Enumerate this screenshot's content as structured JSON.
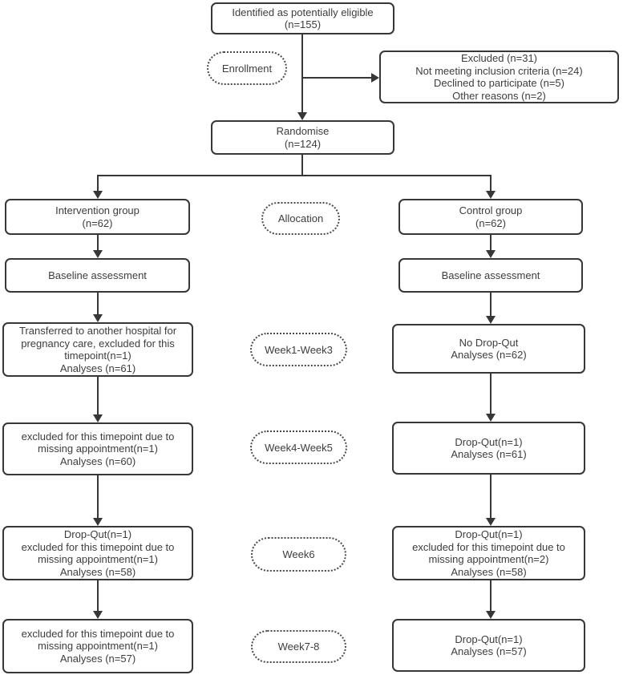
{
  "colors": {
    "line": "#373737",
    "box_border": "#373737",
    "oval_border": "#4a4a4a",
    "text": "#3d3d3d",
    "background": "#ffffff"
  },
  "nodes": {
    "identified": {
      "lines": [
        "Identified as potentially eligible",
        "(n=155)"
      ]
    },
    "excluded": {
      "lines": [
        "Excluded (n=31)",
        "Not meeting inclusion criteria (n=24)",
        "Declined to participate (n=5)",
        "Other reasons (n=2)"
      ]
    },
    "randomise": {
      "lines": [
        "Randomise",
        "(n=124)"
      ]
    },
    "intervention_group": {
      "lines": [
        "Intervention group",
        "(n=62)"
      ]
    },
    "control_group": {
      "lines": [
        "Control group",
        "(n=62)"
      ]
    },
    "baseline_left": {
      "lines": [
        "Baseline assessment"
      ]
    },
    "baseline_right": {
      "lines": [
        "Baseline assessment"
      ]
    },
    "week1_3_left": {
      "lines": [
        "Transferred to another hospital for",
        "pregnancy care, excluded for this",
        "timepoint(n=1)",
        "Analyses (n=61)"
      ]
    },
    "week1_3_right": {
      "lines": [
        "No Drop-Qut",
        "Analyses (n=62)"
      ]
    },
    "week4_5_left": {
      "lines": [
        "excluded for this timepoint due to",
        "missing appointment(n=1)",
        "Analyses (n=60)"
      ]
    },
    "week4_5_right": {
      "lines": [
        "Drop-Qut(n=1)",
        "Analyses (n=61)"
      ]
    },
    "week6_left": {
      "lines": [
        "Drop-Qut(n=1)",
        "excluded for this timepoint due to",
        "missing appointment(n=1)",
        "Analyses (n=58)"
      ]
    },
    "week6_right": {
      "lines": [
        "Drop-Qut(n=1)",
        "excluded for this timepoint due to",
        "missing appointment(n=2)",
        "Analyses (n=58)"
      ]
    },
    "week7_8_left": {
      "lines": [
        "excluded for this timepoint due to",
        "missing appointment(n=1)",
        "Analyses (n=57)"
      ]
    },
    "week7_8_right": {
      "lines": [
        "Drop-Qut(n=1)",
        "Analyses (n=57)"
      ]
    }
  },
  "stage_labels": {
    "enrollment": "Enrollment",
    "allocation": "Allocation",
    "week1_3": "Week1-Week3",
    "week4_5": "Week4-Week5",
    "week6": "Week6",
    "week7_8": "Week7-8"
  }
}
